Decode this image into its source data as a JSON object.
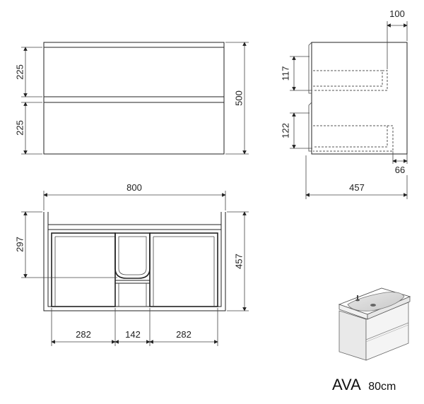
{
  "front_view": {
    "drawer_height_top": "225",
    "drawer_height_bottom": "225",
    "total_height": "500"
  },
  "side_view": {
    "depth_offset_top": "100",
    "drawer_gap_upper": "117",
    "drawer_gap_lower": "122",
    "back_offset": "66",
    "depth": "457"
  },
  "top_view": {
    "width": "800",
    "inner_depth": "297",
    "depth": "457",
    "left_section": "282",
    "middle_section": "142",
    "right_section": "282"
  },
  "model": {
    "name": "AVA",
    "size": "80cm"
  }
}
